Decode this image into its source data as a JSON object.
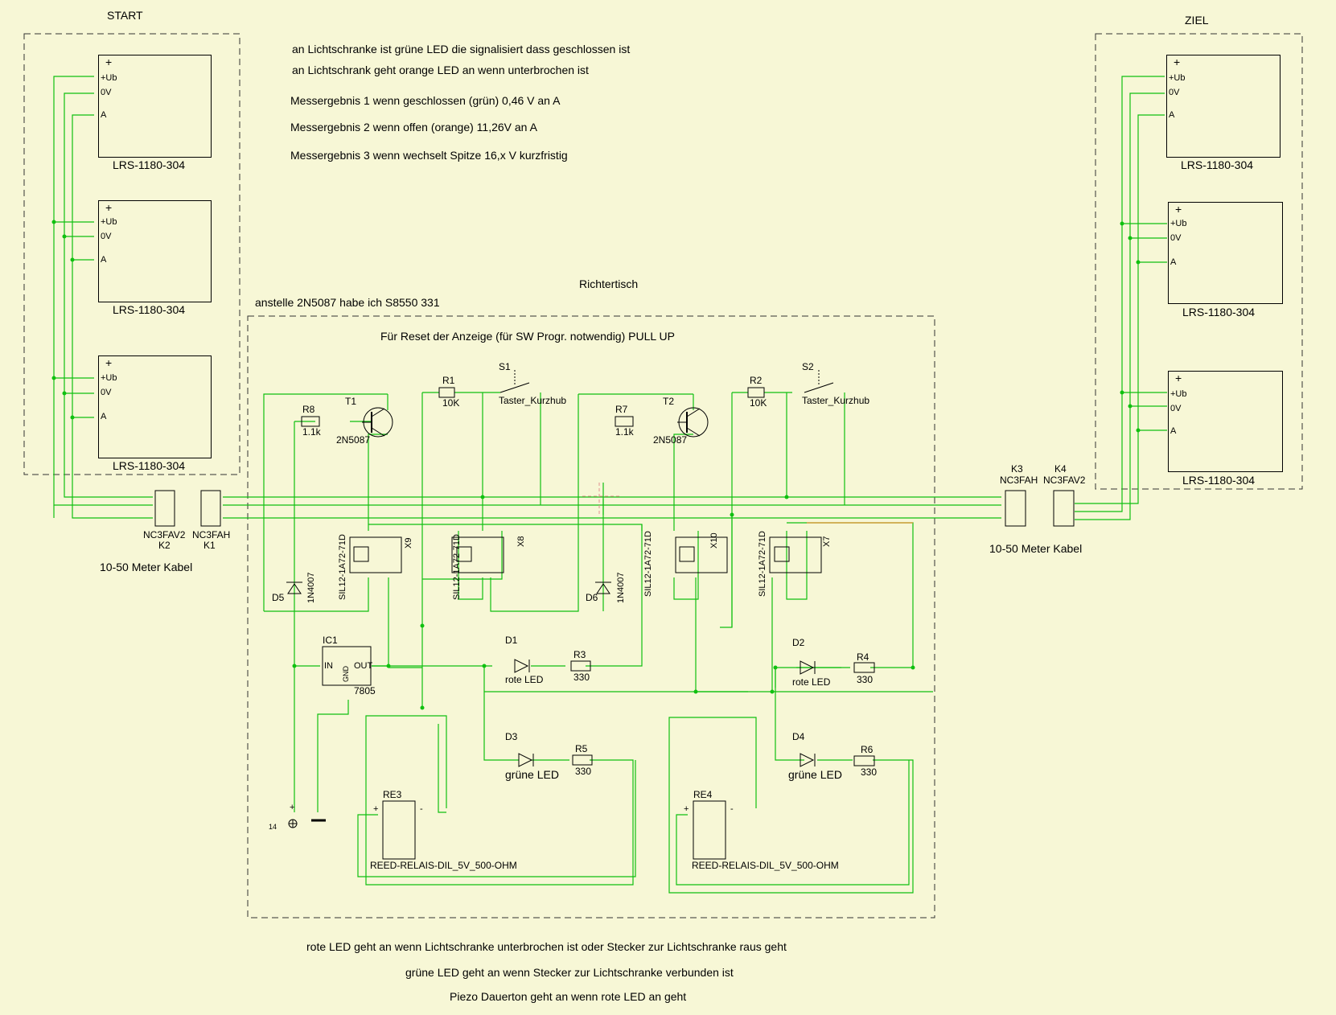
{
  "groups": {
    "start": "START",
    "ziel": "ZIEL",
    "richtertisch": "Richtertisch"
  },
  "notes": {
    "top_1": "an Lichtschranke ist grüne LED die signalisiert dass geschlossen ist",
    "top_2": "an Lichtschrank geht orange LED an wenn unterbrochen ist",
    "mess_1": "Messergebnis 1 wenn geschlossen (grün) 0,46 V an A",
    "mess_2": "Messergebnis 2 wenn offen (orange) 11,26V an A",
    "mess_3": "Messergebnis 3 wenn wechselt Spitze 16,x V kurzfristig",
    "transistor_note": "anstelle 2N5087 habe ich S8550 331",
    "reset_note": "Für Reset der Anzeige (für SW Progr. notwendig) PULL UP",
    "bottom_1": "rote LED geht an wenn Lichtschranke unterbrochen ist oder Stecker zur Lichtschranke raus geht",
    "bottom_2": "grüne LED geht an wenn Stecker zur Lichtschranke verbunden ist",
    "bottom_3": "Piezo Dauerton geht an wenn rote LED an geht"
  },
  "sensor": {
    "part": "LRS-1180-304",
    "plus": "+",
    "pin_ub": "+Ub",
    "pin_0v": "0V",
    "pin_a": "A"
  },
  "connectors": {
    "k2_type": "NC3FAV2",
    "k2": "K2",
    "k1_type": "NC3FAH",
    "k1": "K1",
    "k3": "K3",
    "k3_type": "NC3FAH",
    "k4": "K4",
    "k4_type": "NC3FAV2",
    "cable": "10-50 Meter Kabel"
  },
  "components": {
    "r1": "R1",
    "r1_val": "10K",
    "r2": "R2",
    "r2_val": "10K",
    "r3": "R3",
    "r3_val": "330",
    "r4": "R4",
    "r4_val": "330",
    "r5": "R5",
    "r5_val": "330",
    "r6": "R6",
    "r6_val": "330",
    "r7": "R7",
    "r7_val": "1.1k",
    "r8": "R8",
    "r8_val": "1.1k",
    "t1": "T1",
    "t2": "T2",
    "t_type": "2N5087",
    "s1": "S1",
    "s2": "S2",
    "taster": "Taster_Kurzhub",
    "relay_type": "SIL12-1A72-71D",
    "x9": "X9",
    "x8": "X8",
    "x10": "X10",
    "x7": "X7",
    "d5": "D5",
    "d6": "D6",
    "diode": "1N4007",
    "ic1": "IC1",
    "ic_in": "IN",
    "ic_out": "OUT",
    "ic_gnd": "GND",
    "ic_type": "7805",
    "d1": "D1",
    "d2": "D2",
    "red_led": "rote LED",
    "d3": "D3",
    "d4": "D4",
    "green_led": "grüne LED",
    "re3": "RE3",
    "re4": "RE4",
    "reed": "REED-RELAIS-DIL_5V_500-OHM",
    "pin14": "14",
    "plus": "+",
    "minus": "-"
  },
  "colors": {
    "background": "#f7f7d6",
    "wire": "#10c010",
    "pin": "#cc0000",
    "orange_wire": "#e0922c",
    "dashed_border": "#333333"
  }
}
